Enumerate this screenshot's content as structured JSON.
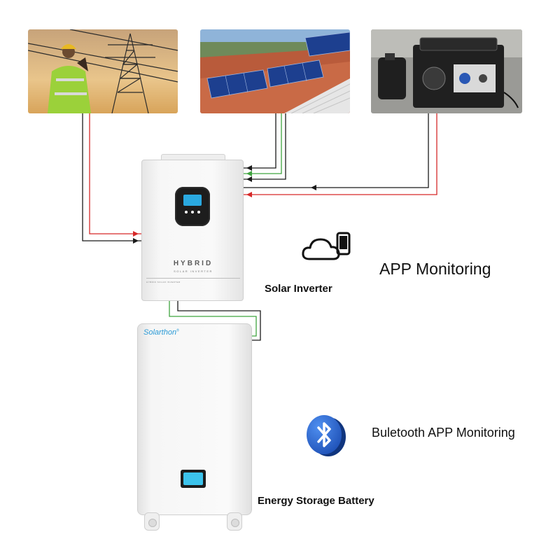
{
  "photos": [
    {
      "name": "power-grid-photo",
      "icon": "power-tower-worker"
    },
    {
      "name": "solar-panel-photo",
      "icon": "rooftop-solar-panels"
    },
    {
      "name": "generator-photo",
      "icon": "portable-generator"
    }
  ],
  "inverter": {
    "title": "HYBRID",
    "subtitle": "SOLAR INVERTER",
    "plate_text": "HYBRID SOLAR INVERTER",
    "label": "Solar Inverter"
  },
  "battery": {
    "brand": "Solarthon",
    "brand_mark": "®",
    "label": "Energy Storage Battery"
  },
  "monitoring": {
    "app_label": "APP Monitoring",
    "app_icon": "cloud-phone-icon",
    "bluetooth_label": "Buletooth APP Monitoring",
    "bluetooth_icon": "bluetooth-icon"
  },
  "colors": {
    "wire_live": "#d62828",
    "wire_neutral": "#1a1a1a",
    "wire_ground": "#3fa33f",
    "bluetooth_blue": "#1f5fd0",
    "brand_blue": "#2a9ad6"
  }
}
